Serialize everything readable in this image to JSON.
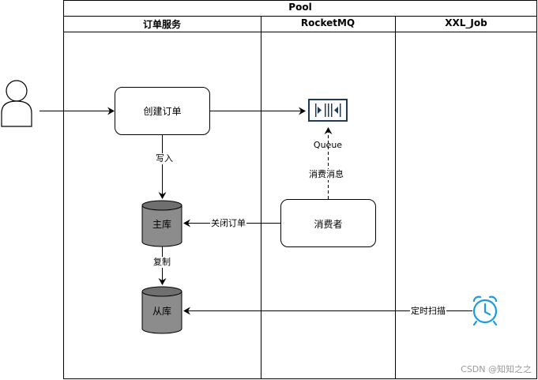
{
  "pool": {
    "title": "Pool"
  },
  "lanes": [
    {
      "label": "订单服务"
    },
    {
      "label": "RocketMQ"
    },
    {
      "label": "XXL_Job"
    }
  ],
  "nodes": {
    "create_order": "创建订单",
    "queue": "Queue",
    "consumer": "消费者",
    "master_db": "主库",
    "slave_db": "从库"
  },
  "edges": {
    "write": "写入",
    "consume_msg": "消费消息",
    "close_order": "关闭订单",
    "replicate": "复制",
    "scheduled_scan": "定时扫描"
  },
  "icons": {
    "actor": "user-actor-icon",
    "queue": "queue-icon",
    "timer": "alarm-clock-icon"
  },
  "colors": {
    "db_fill": "#8c8c8c",
    "db_top": "#6f6f6f",
    "clock": "#1a9be6"
  },
  "watermark": "CSDN @知知之之"
}
